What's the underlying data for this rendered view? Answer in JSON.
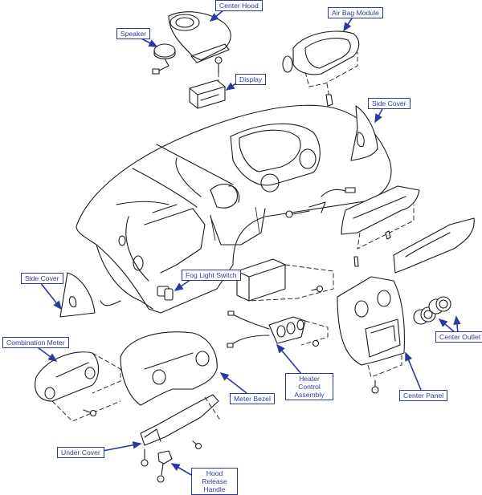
{
  "diagram": {
    "title": "Instrument Panel Exploded View",
    "label_color": "#2b3aa0",
    "line_color": "#1a1a1a",
    "labels": {
      "center_hood": "Center Hood",
      "speaker": "Speaker",
      "display": "Display",
      "air_bag_module": "Air Bag Module",
      "side_cover_right": "Side Cover",
      "side_cover_left": "Side Cover",
      "fog_light_switch": "Fog Light Switch",
      "combination_meter": "Combination Meter",
      "meter_bezel": "Meter Bezel",
      "heater_control_line1": "Heater Control",
      "heater_control_line2": "Assembly",
      "center_panel": "Center Panel",
      "center_outlet": "Center Outlet",
      "under_cover": "Under Cover",
      "hood_release_line1": "Hood Release",
      "hood_release_line2": "Handle"
    }
  }
}
